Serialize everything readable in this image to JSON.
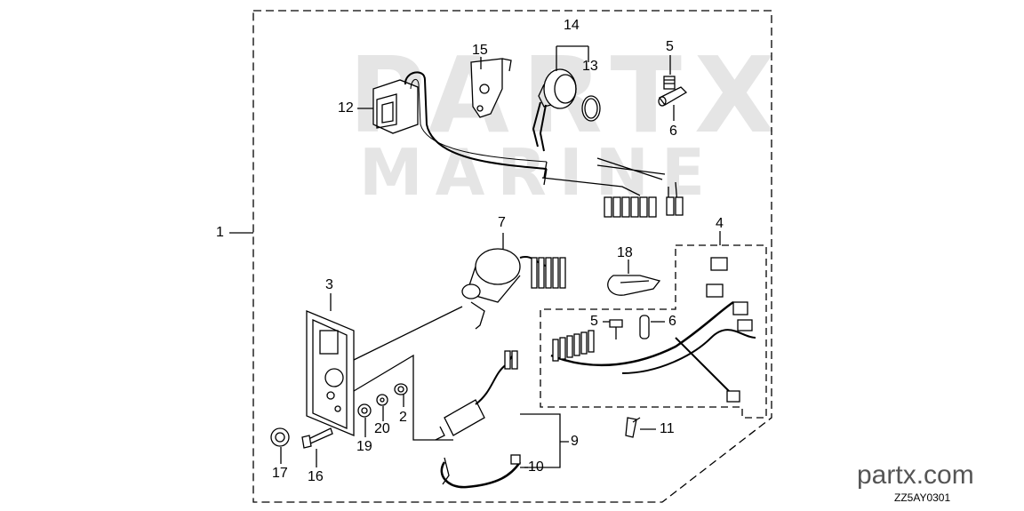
{
  "watermark": {
    "line1": "PARTX",
    "line2": "MARINE"
  },
  "site_label": "partx.com",
  "diagram_code": "ZZ5AY0301",
  "callouts": {
    "c1": "1",
    "c2": "2",
    "c3": "3",
    "c4": "4",
    "c5a": "5",
    "c5b": "5",
    "c6a": "6",
    "c6b": "6",
    "c7": "7",
    "c9": "9",
    "c10": "10",
    "c11": "11",
    "c12": "12",
    "c13": "13",
    "c14": "14",
    "c15": "15",
    "c16": "16",
    "c17": "17",
    "c18": "18",
    "c19": "19",
    "c20": "20"
  }
}
